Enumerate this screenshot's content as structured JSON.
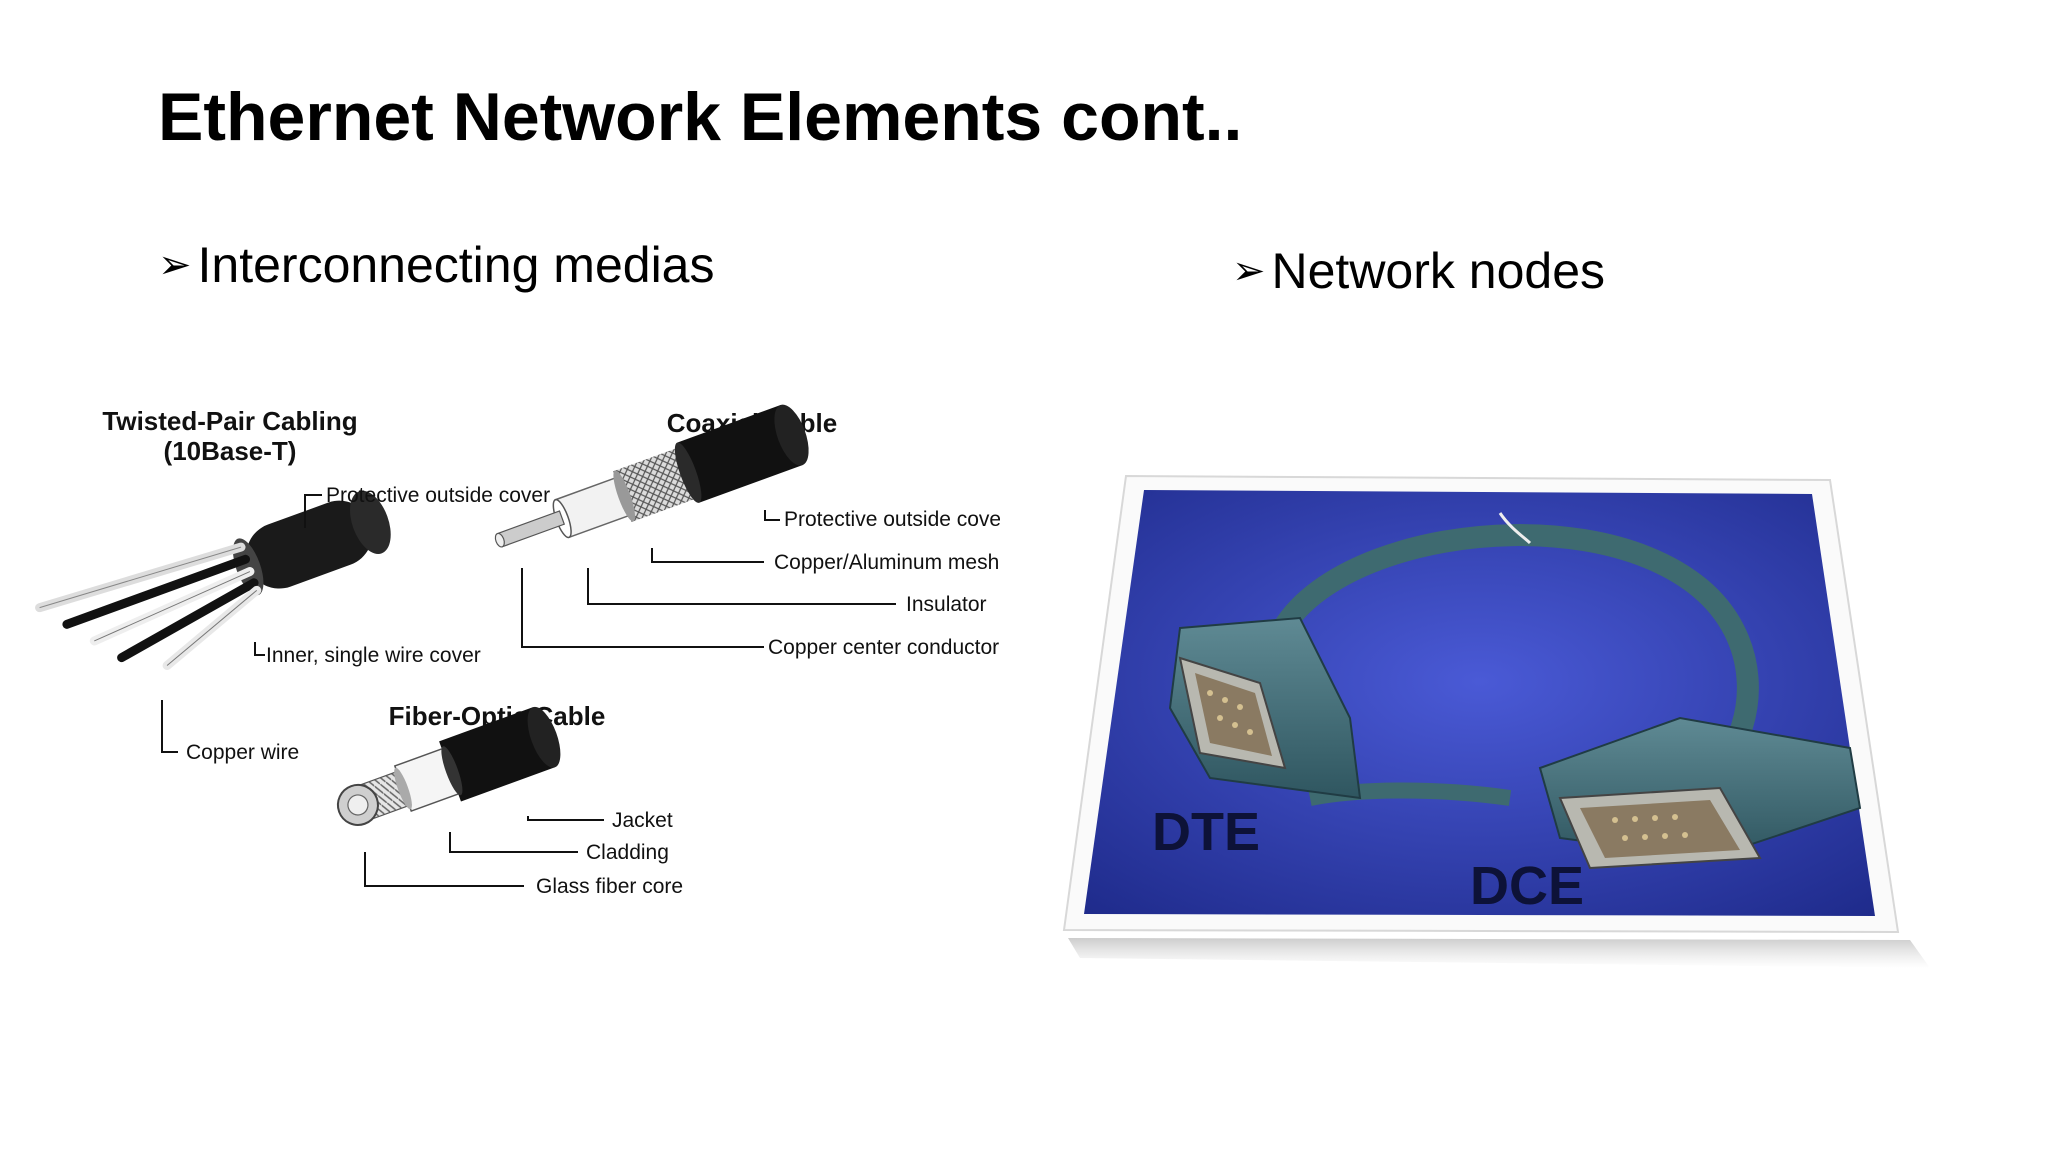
{
  "slide": {
    "title": "Ethernet Network Elements cont..",
    "bullets": [
      {
        "marker": "➢",
        "text": "Interconnecting medias"
      },
      {
        "marker": "➢",
        "text": "Network nodes"
      }
    ]
  },
  "cable_diagram": {
    "twisted_pair": {
      "heading_line1": "Twisted-Pair Cabling",
      "heading_line2": "(10Base-T)",
      "labels": [
        "Protective outside cover",
        "Inner, single wire cover",
        "Copper wire"
      ]
    },
    "coaxial": {
      "heading": "Coaxial Cable",
      "labels": [
        "Protective outside cover",
        "Copper/Aluminum mesh",
        "Insulator",
        "Copper center conductor"
      ]
    },
    "fiber": {
      "heading": "Fiber-Optic Cable",
      "labels": [
        "Jacket",
        "Cladding",
        "Glass fiber core"
      ]
    }
  },
  "cable_photo": {
    "label_dte": "DTE",
    "label_dce": "DCE",
    "background_color": "#2f3fb8"
  }
}
